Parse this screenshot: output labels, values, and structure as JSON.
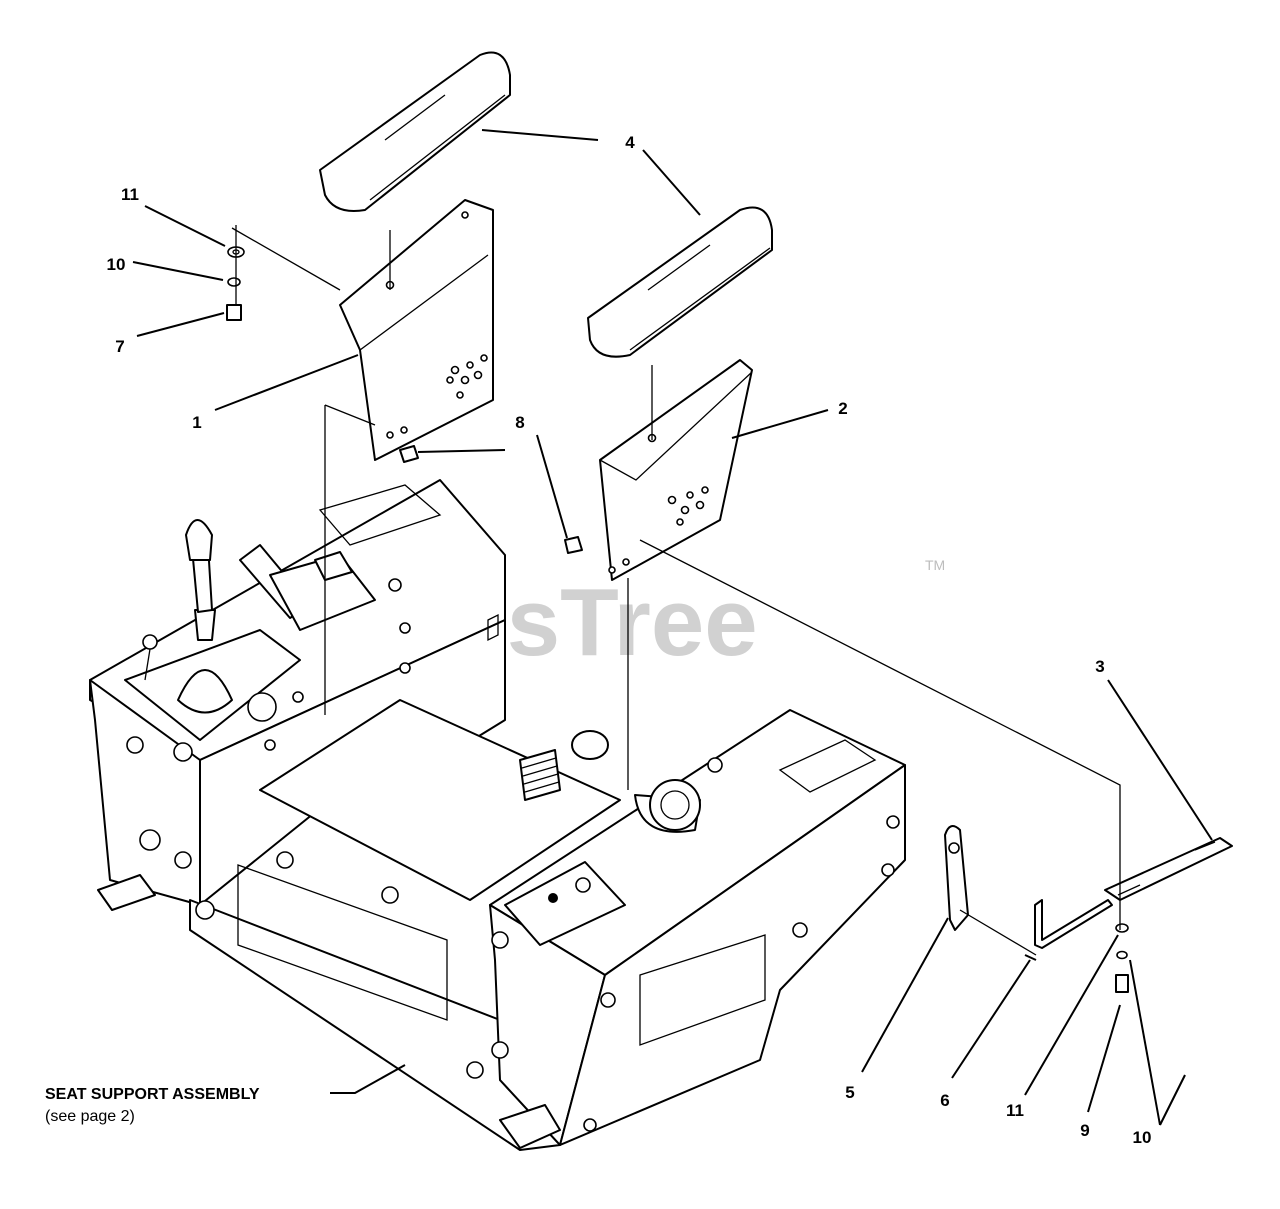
{
  "callouts": {
    "c1": "1",
    "c2": "2",
    "c3": "3",
    "c4": "4",
    "c5": "5",
    "c6": "6",
    "c7": "7",
    "c8": "8",
    "c9": "9",
    "c10_left": "10",
    "c10_right": "10",
    "c11_left": "11",
    "c11_right": "11"
  },
  "assembly_note": {
    "title": "SEAT SUPPORT ASSEMBLY",
    "subtitle": "(see page 2)"
  },
  "watermark": {
    "text": "PartsTree",
    "trademark": "TM"
  }
}
